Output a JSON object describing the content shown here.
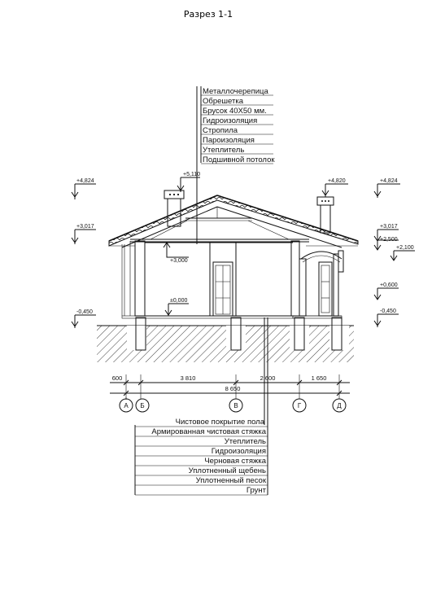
{
  "title": "Разрез 1-1",
  "roof_layers": [
    "Металлочерепица",
    "Обрешетка",
    "Брусок 40Х50 мм.",
    "Гидроизоляция",
    "Стропила",
    "Пароизоляция",
    "Утеплитель",
    "Подшивной потолок"
  ],
  "floor_layers": [
    "Чистовое покрытие пола",
    "Армированная чистовая стяжка",
    "Утеплитель",
    "Гидроизоляция",
    "Черновая стяжка",
    "Уплотненный щебень",
    "Уплотненный песок",
    "Грунт"
  ],
  "elevations": {
    "left_4824": "+4,824",
    "left_3017": "+3,017",
    "left_m0450": "-0,450",
    "ridge_5110": "+5,110",
    "chimney_4820": "+4,820",
    "ceiling_3000": "+3,000",
    "floor_0000": "±0,000",
    "right_4824": "+4,824",
    "right_3017": "+3,017",
    "right_2500": "+2,500",
    "right_2100": "+2,100",
    "right_0600": "+0,600",
    "right_m0450": "-0,450"
  },
  "dimensions": {
    "d600": "600",
    "d3810": "3 810",
    "d2600": "2 600",
    "d1650": "1 650",
    "total": "8 650"
  },
  "axes": [
    "А",
    "Б",
    "В",
    "Г",
    "Д"
  ]
}
